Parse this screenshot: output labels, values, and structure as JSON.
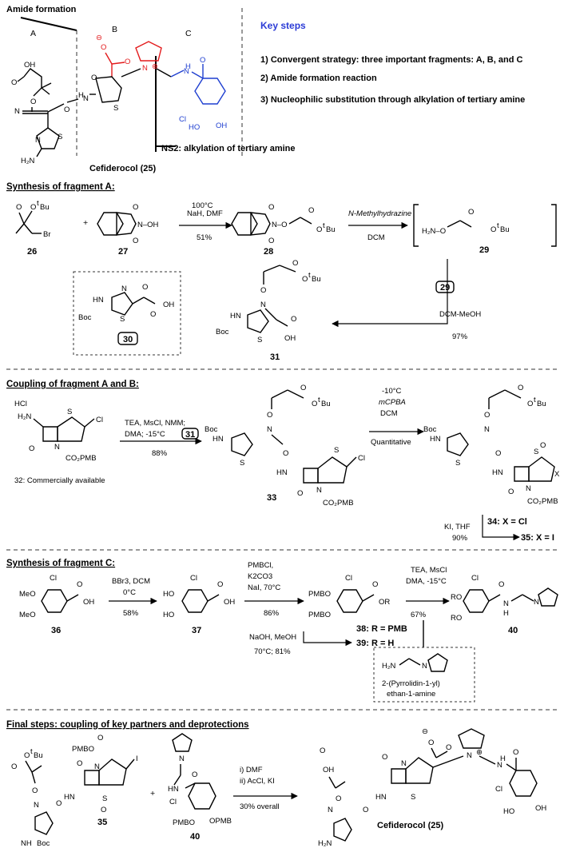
{
  "top": {
    "amide_label": "Amide formation",
    "frag_a": "A",
    "frag_b": "B",
    "frag_c": "C",
    "ns2_label": "NS2: alkylation of tertiary amine",
    "product_name": "Cefiderocol (25)"
  },
  "key_steps": {
    "title": "Key steps",
    "items": [
      "1) Convergent strategy: three important fragments: A, B, and C",
      "2) Amide formation reaction",
      "3) Nucleophilic substitution through alkylation of tertiary amine"
    ]
  },
  "sections": {
    "frag_a": "Synthesis of fragment A:",
    "coupling": "Coupling of fragment A and B:",
    "frag_c": "Synthesis of fragment C:",
    "final": "Final steps: coupling of key partners and deprotections"
  },
  "fragA": {
    "c26": "26",
    "c27": "27",
    "c28": "28",
    "c29": "29",
    "c30": "30",
    "c31": "31",
    "r1_top": "NaH, DMF",
    "r1_mid": "100°C",
    "r1_yield": "51%",
    "r2_top": "N-Methylhydrazine",
    "r2_bot": "DCM",
    "r3_ref": "29",
    "r3_solv": "DCM-MeOH",
    "r3_yield": "97%"
  },
  "coupling": {
    "hcl": "HCl",
    "c32": "32: Commercially available",
    "c33": "33",
    "c34": "34: X = Cl",
    "c35": "35: X = I",
    "r1_a": "TEA, MsCl, NMM;",
    "r1_b": "DMA; -15°C",
    "r1_ref": "31",
    "r1_yield": "88%",
    "r2_a": "-10°C",
    "r2_b": "mCPBA",
    "r2_c": "DCM",
    "r2_d": "Quantitative",
    "r3_a": "KI, THF",
    "r3_b": "90%"
  },
  "fragC": {
    "c36": "36",
    "c37": "37",
    "c38": "38: R = PMB",
    "c39": "39: R = H",
    "c40": "40",
    "r1_a": "BBr3, DCM",
    "r1_b": "0°C",
    "r1_yield": "58%",
    "r2_a": "PMBCl,",
    "r2_b": "K2CO3",
    "r2_c": "NaI, 70°C",
    "r2_yield": "86%",
    "r3_a": "NaOH, MeOH",
    "r3_b": "70°C; 81%",
    "r4_a": "TEA, MsCl",
    "r4_b": "DMA, -15°C",
    "r4_yield": "67%",
    "amine_a": "2-(Pyrrolidin-1-yl)",
    "amine_b": "ethan-1-amine"
  },
  "final": {
    "c35": "35",
    "c40": "40",
    "r_a": "i) DMF",
    "r_b": "ii) AcCl, KI",
    "r_c": "30% overall",
    "product": "Cefiderocol (25)"
  }
}
